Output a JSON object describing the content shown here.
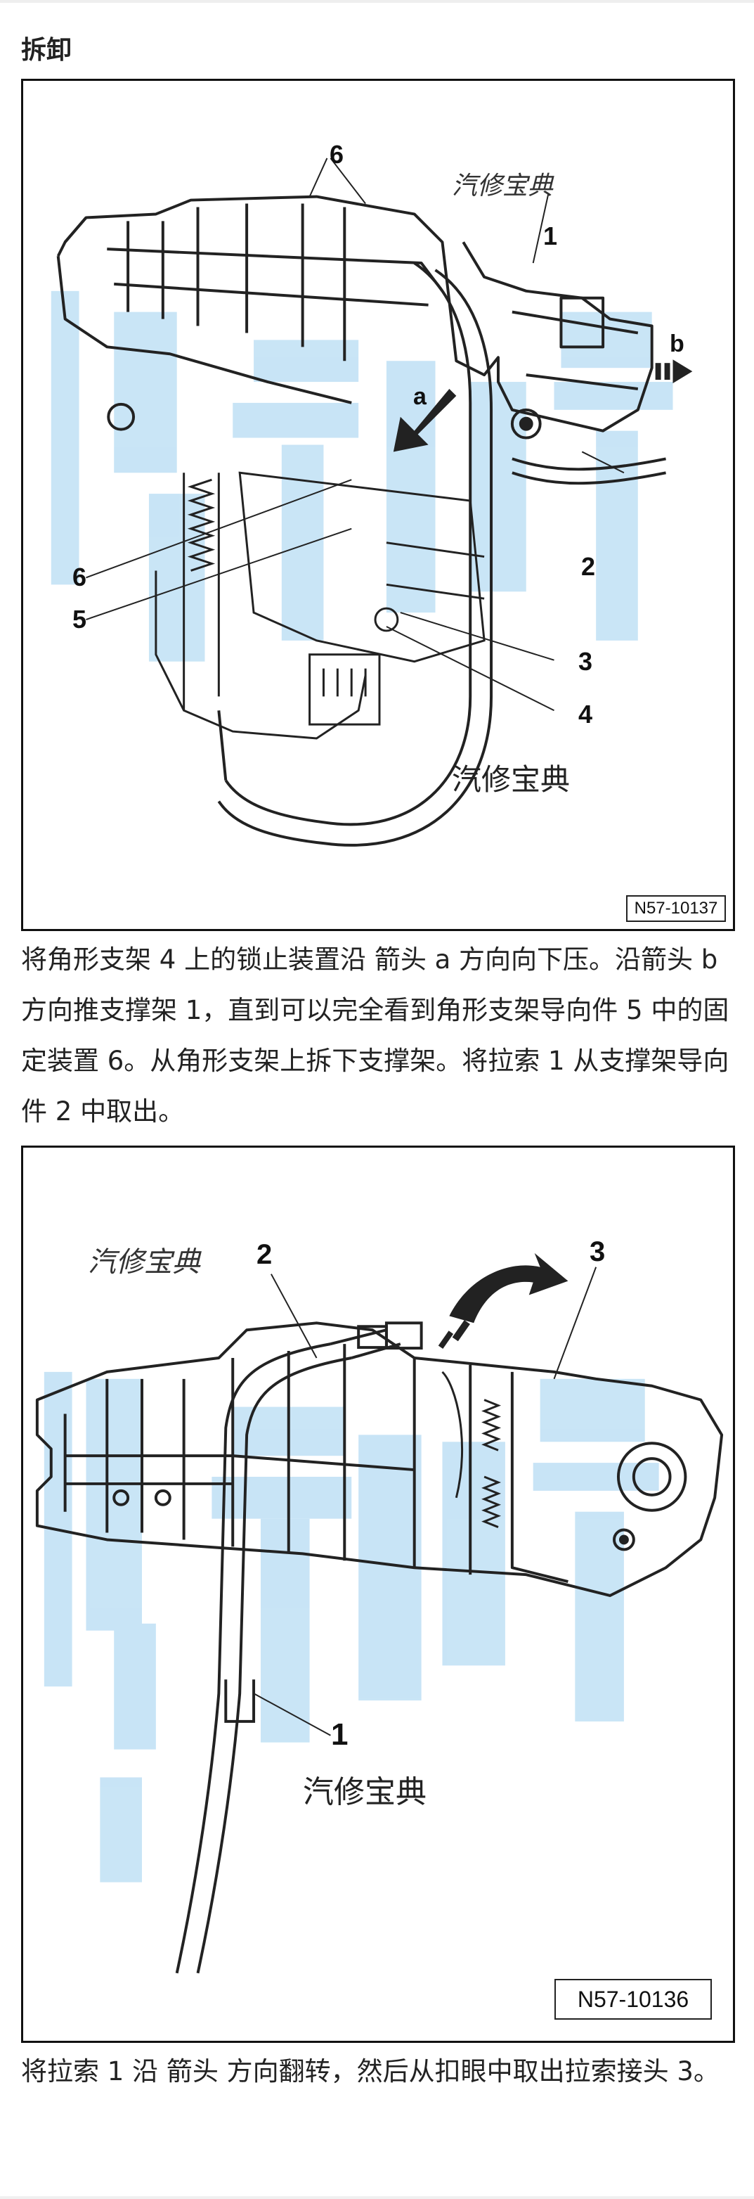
{
  "heading": "拆卸",
  "figure1": {
    "code": "N57-10137",
    "callouts": {
      "c6top": "6",
      "c1": "1",
      "cb": "b",
      "ca": "a",
      "c2": "2",
      "c6left": "6",
      "c5": "5",
      "c3": "3",
      "c4": "4"
    },
    "brand_top": "汽修宝典",
    "brand_bottom": "汽修宝典"
  },
  "paragraph1": "将角形支架 4 上的锁止装置沿 箭头 a 方向向下压。沿箭头 b 方向推支撑架 1，直到可以完全看到角形支架导向件 5 中的固定装置 6。从角形支架上拆下支撑架。将拉索 1 从支撑架导向件 2 中取出。",
  "figure2": {
    "code": "N57-10136",
    "callouts": {
      "c2": "2",
      "c3": "3",
      "c1": "1"
    },
    "brand_top": "汽修宝典",
    "brand_bottom": "汽修宝典"
  },
  "paragraph2": "将拉索 1 沿 箭头 方向翻转，然后从扣眼中取出拉索接头 3。",
  "colors": {
    "watermark": "#bfe0f5",
    "line": "#222222",
    "text": "#222222"
  }
}
